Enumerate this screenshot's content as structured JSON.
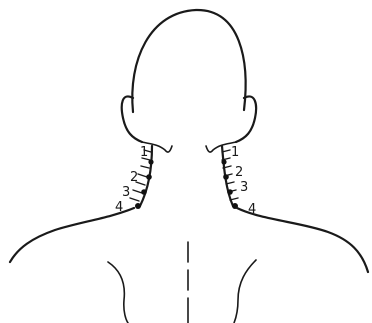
{
  "figure": {
    "left_labels": [
      "1",
      "2",
      "3",
      "4"
    ],
    "right_labels": [
      "1",
      "2",
      "3",
      "4"
    ]
  },
  "colors": {
    "ink": "#1a1a1a",
    "background": "#ffffff"
  }
}
